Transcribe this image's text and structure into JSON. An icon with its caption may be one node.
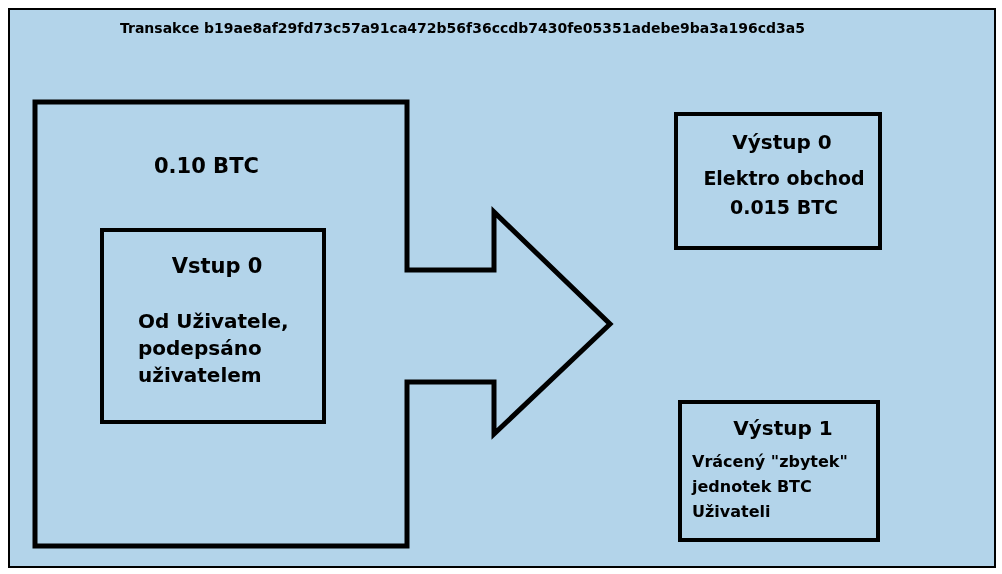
{
  "diagram": {
    "nodes": [
      {
        "text": [
          "Transakce b19ae8af29fd73c57a91ca472b56f36ccdb7430fe05351adebe9ba3a196cd3a5"
        ]
      },
      {
        "text": [
          "0.10 BTC"
        ],
        "in": 0
      },
      {
        "text": [
          "Vstup 0",
          "Od Uživatele, podepsáno uživatelem"
        ],
        "in": 1
      },
      {
        "text": [
          "Výstup 0",
          "Elektro obchod 0.015 BTC"
        ],
        "in": 0
      },
      {
        "text": [
          "Výstup 1",
          "Vrácený \"zbytek\" jednotek BTC Uživateli"
        ],
        "in": 0
      }
    ]
  }
}
